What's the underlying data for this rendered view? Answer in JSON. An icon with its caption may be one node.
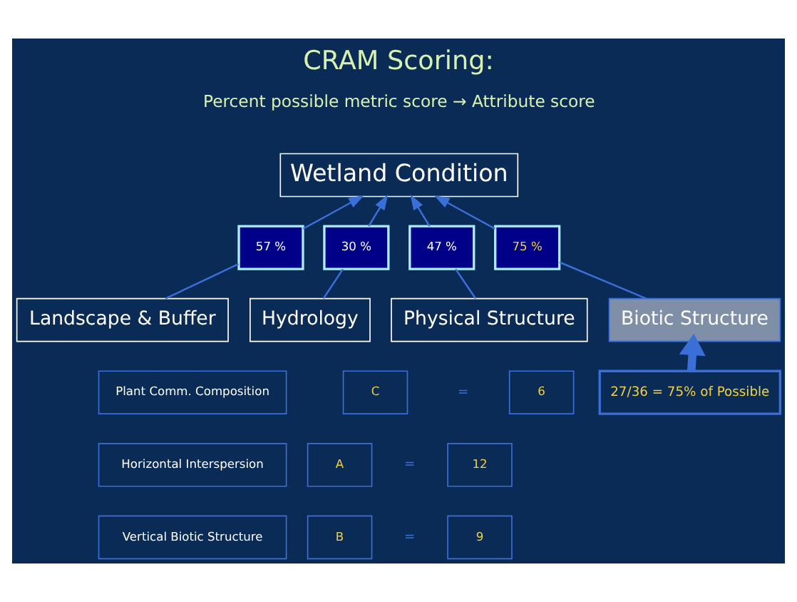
{
  "diagram": {
    "title": "CRAM Scoring:",
    "nodes": [
      {
        "text": [
          "Wetland Condition"
        ]
      },
      {
        "text": [
          "57 %"
        ]
      },
      {
        "text": [
          "30 %"
        ]
      },
      {
        "text": [
          "47 %"
        ]
      },
      {
        "text": [
          "75 %"
        ]
      },
      {
        "text": [
          "Landscape & Buffer"
        ]
      },
      {
        "text": [
          "Hydrology"
        ]
      },
      {
        "text": [
          "Physical Structure"
        ]
      },
      {
        "text": [
          "Biotic Structure"
        ]
      },
      {
        "text": [
          "Plant Comm. Composition"
        ]
      },
      {
        "text": [
          "C"
        ]
      },
      {
        "text": [
          "6"
        ]
      },
      {
        "text": [
          "Horizontal Interspersion"
        ]
      },
      {
        "text": [
          "A"
        ]
      },
      {
        "text": [
          "12"
        ]
      },
      {
        "text": [
          "Vertical Biotic Structure"
        ]
      },
      {
        "text": [
          "B"
        ]
      },
      {
        "text": [
          "9"
        ]
      },
      {
        "text": [
          "27/36 = 75% of Possible"
        ]
      }
    ],
    "edges": [
      {
        "from": 1,
        "to": 0,
        "arrow": "to"
      },
      {
        "from": 2,
        "to": 0,
        "arrow": "to"
      },
      {
        "from": 3,
        "to": 0,
        "arrow": "to"
      },
      {
        "from": 4,
        "to": 0,
        "arrow": "to"
      },
      {
        "from": 5,
        "to": 1,
        "arrow": "none"
      },
      {
        "from": 6,
        "to": 2,
        "arrow": "none"
      },
      {
        "from": 7,
        "to": 3,
        "arrow": "none"
      },
      {
        "from": 8,
        "to": 4,
        "arrow": "none"
      },
      {
        "from": 18,
        "to": 8,
        "arrow": "to",
        "style": "thick"
      }
    ],
    "labels": [
      "Percent possible metric score → Attribute score",
      "=",
      "=",
      "="
    ]
  }
}
